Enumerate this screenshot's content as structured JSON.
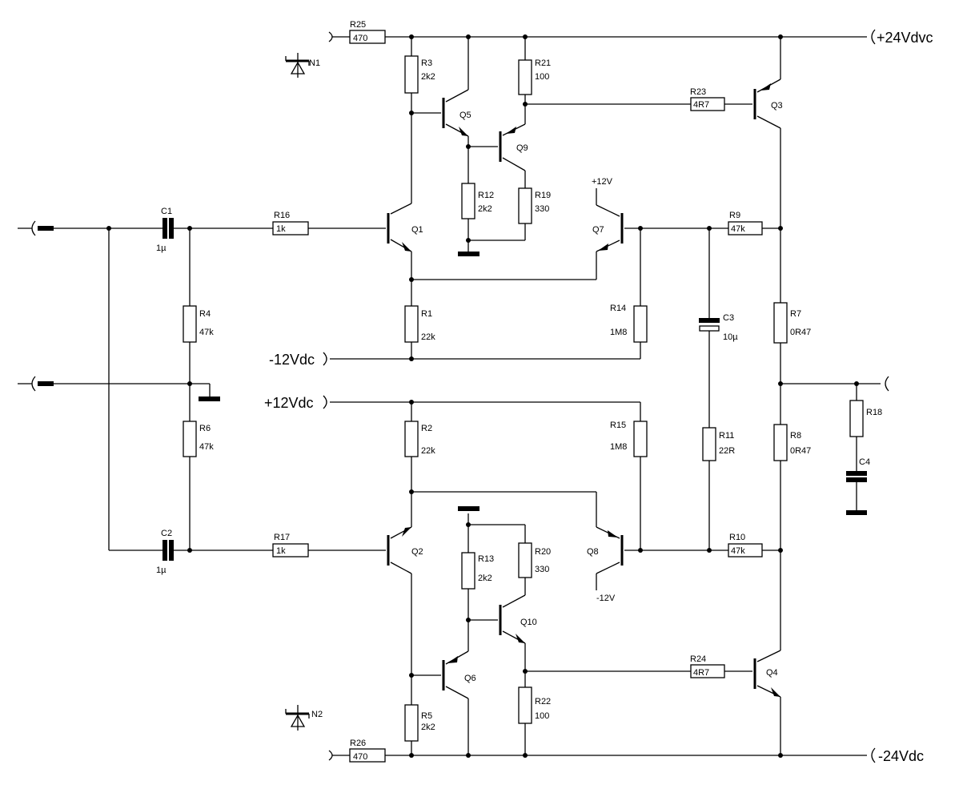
{
  "rails": {
    "pos24": "+24Vdvc",
    "neg24": "-24Vdc",
    "neg12": "-12Vdc",
    "pos12": "+12Vdc",
    "q7_supply": "+12V",
    "q8_supply": "-12V"
  },
  "resistors": {
    "R25": {
      "name": "R25",
      "value": "470"
    },
    "R3": {
      "name": "R3",
      "value": "2k2"
    },
    "R21": {
      "name": "R21",
      "value": "100"
    },
    "R23": {
      "name": "R23",
      "value": "4R7"
    },
    "R12": {
      "name": "R12",
      "value": "2k2"
    },
    "R19": {
      "name": "R19",
      "value": "330"
    },
    "R16": {
      "name": "R16",
      "value": "1k"
    },
    "R9": {
      "name": "R9",
      "value": "47k"
    },
    "R1": {
      "name": "R1",
      "value": "22k"
    },
    "R14": {
      "name": "R14",
      "value": "1M8"
    },
    "R4": {
      "name": "R4",
      "value": "47k"
    },
    "R7": {
      "name": "R7",
      "value": "0R47"
    },
    "R6": {
      "name": "R6",
      "value": "47k"
    },
    "R2": {
      "name": "R2",
      "value": "22k"
    },
    "R15": {
      "name": "R15",
      "value": "1M8"
    },
    "R11": {
      "name": "R11",
      "value": "22R"
    },
    "R18": {
      "name": "R18",
      "value": ""
    },
    "R8": {
      "name": "R8",
      "value": "0R47"
    },
    "R17": {
      "name": "R17",
      "value": "1k"
    },
    "R10": {
      "name": "R10",
      "value": "47k"
    },
    "R13": {
      "name": "R13",
      "value": "2k2"
    },
    "R20": {
      "name": "R20",
      "value": "330"
    },
    "R24": {
      "name": "R24",
      "value": "4R7"
    },
    "R22": {
      "name": "R22",
      "value": "100"
    },
    "R5": {
      "name": "R5",
      "value": "2k2"
    },
    "R26": {
      "name": "R26",
      "value": "470"
    }
  },
  "capacitors": {
    "C1": {
      "name": "C1",
      "value": "1µ"
    },
    "C2": {
      "name": "C2",
      "value": "1µ"
    },
    "C3": {
      "name": "C3",
      "value": "10µ"
    },
    "C4": {
      "name": "C4",
      "value": ""
    }
  },
  "transistors": {
    "Q1": "Q1",
    "Q2": "Q2",
    "Q3": "Q3",
    "Q4": "Q4",
    "Q5": "Q5",
    "Q6": "Q6",
    "Q7": "Q7",
    "Q8": "Q8",
    "Q9": "Q9",
    "Q10": "Q10"
  },
  "diodes": {
    "N1": "N1",
    "N2": "N2"
  }
}
